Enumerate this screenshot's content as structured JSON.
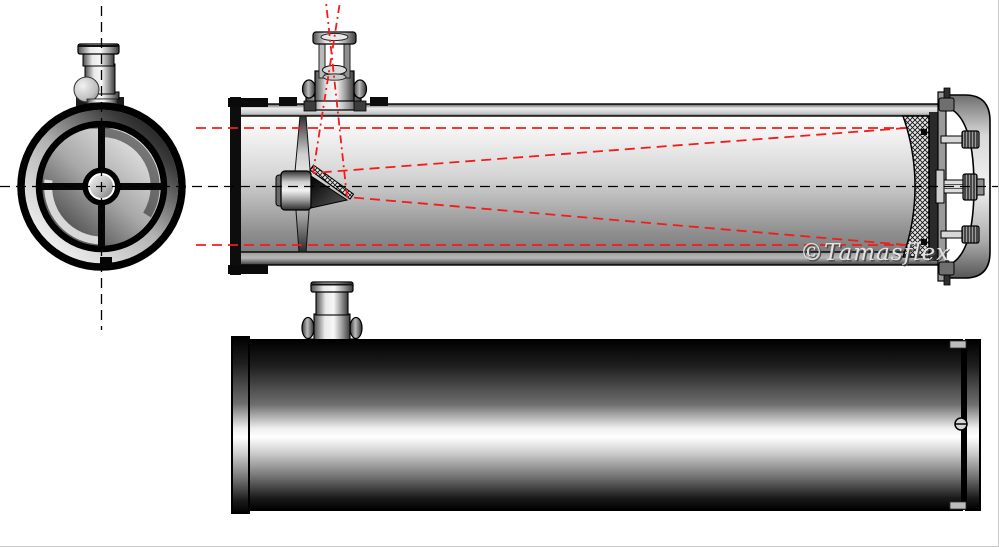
{
  "diagram": {
    "subject": "newtonian-reflector-telescope-three-view-technical-drawing",
    "watermark": "©Tamasflex",
    "views": {
      "front_view": "telescope front with spider vanes and secondary holder",
      "section_view": "longitudinal cross-section with light ray path",
      "exterior_view": "exterior side view of tube"
    }
  },
  "colors": {
    "ray": "#f21c1c",
    "centerline": "#000000",
    "outline": "#000000",
    "background": "#ffffff",
    "watermark_fill": "#e2e2e2",
    "watermark_shadow": "#4a4a4a"
  }
}
